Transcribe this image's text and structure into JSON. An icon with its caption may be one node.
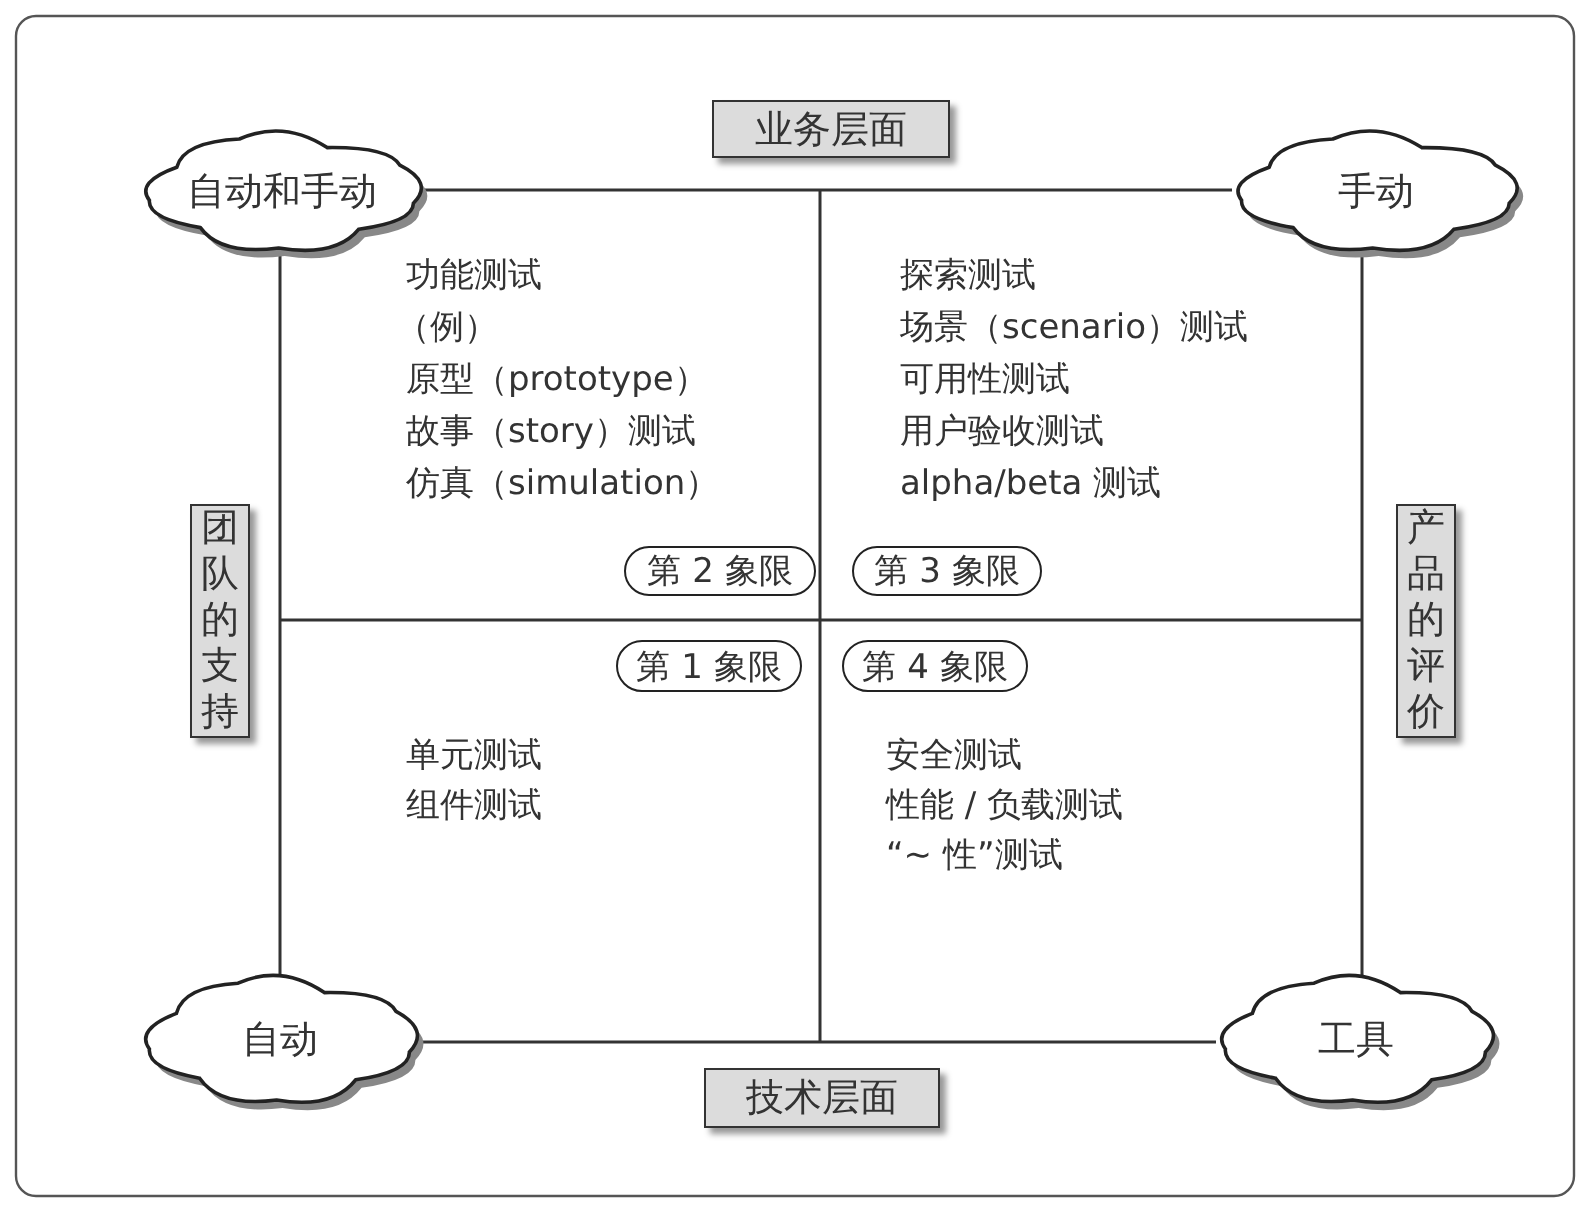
{
  "diagram": {
    "nodes": [
      {
        "text": [
          "业务层面"
        ]
      },
      {
        "text": [
          "自动和手动"
        ]
      },
      {
        "text": [
          "手动"
        ]
      },
      {
        "text": [
          "团队的支持"
        ]
      },
      {
        "text": [
          "产品的评价"
        ]
      },
      {
        "text": [
          "第 2 象限"
        ]
      },
      {
        "text": [
          "第 3 象限"
        ]
      },
      {
        "text": [
          "第 1 象限"
        ]
      },
      {
        "text": [
          "第 4 象限"
        ]
      },
      {
        "text": [
          "自动"
        ]
      },
      {
        "text": [
          "工具"
        ]
      },
      {
        "text": [
          "技术层面"
        ]
      }
    ],
    "edges": [
      {
        "from": 1,
        "to": 2,
        "arrow": "none"
      },
      {
        "from": 1,
        "to": 9,
        "arrow": "none"
      },
      {
        "from": 2,
        "to": 10,
        "arrow": "none"
      },
      {
        "from": 9,
        "to": 10,
        "arrow": "none"
      }
    ],
    "labels": [
      "功能测试",
      "（例）",
      "原型（prototype）",
      "故事（story）测试",
      "仿真（simulation）",
      "探索测试",
      "场景（scenario）测试",
      "可用性测试",
      "用户验收测试",
      "alpha/beta 测试",
      "单元测试",
      "组件测试",
      "安全测试",
      "性能 / 负载测试",
      "“~ 性”测试"
    ]
  }
}
